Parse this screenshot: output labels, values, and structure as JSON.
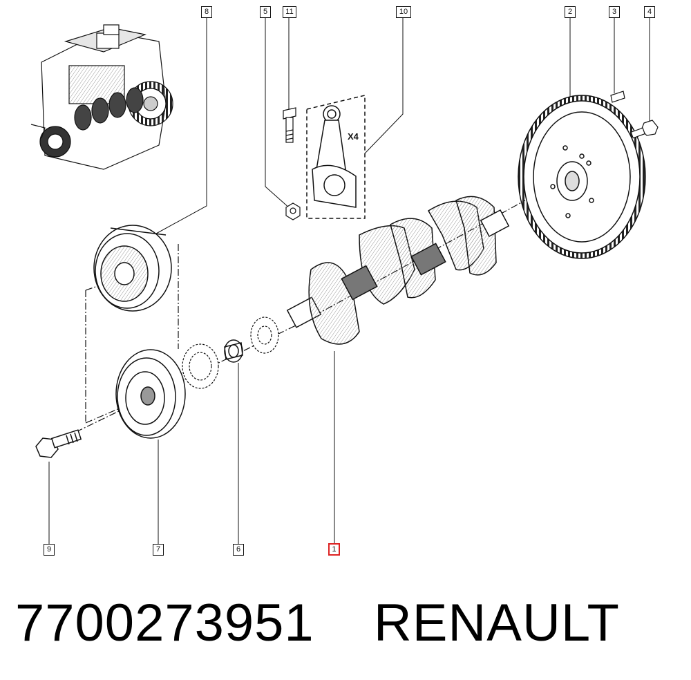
{
  "callouts": {
    "c1": "1",
    "c2": "2",
    "c3": "3",
    "c4": "4",
    "c5": "5",
    "c6": "6",
    "c7": "7",
    "c8": "8",
    "c9": "9",
    "c10": "10",
    "c11": "11"
  },
  "highlighted_callout": "1",
  "quantity_label": "X4",
  "footer": {
    "part_number": "7700273951",
    "brand": "RENAULT"
  },
  "colors": {
    "line": "#111111",
    "highlight": "#dd2222",
    "shade": "#bbbbbb"
  }
}
